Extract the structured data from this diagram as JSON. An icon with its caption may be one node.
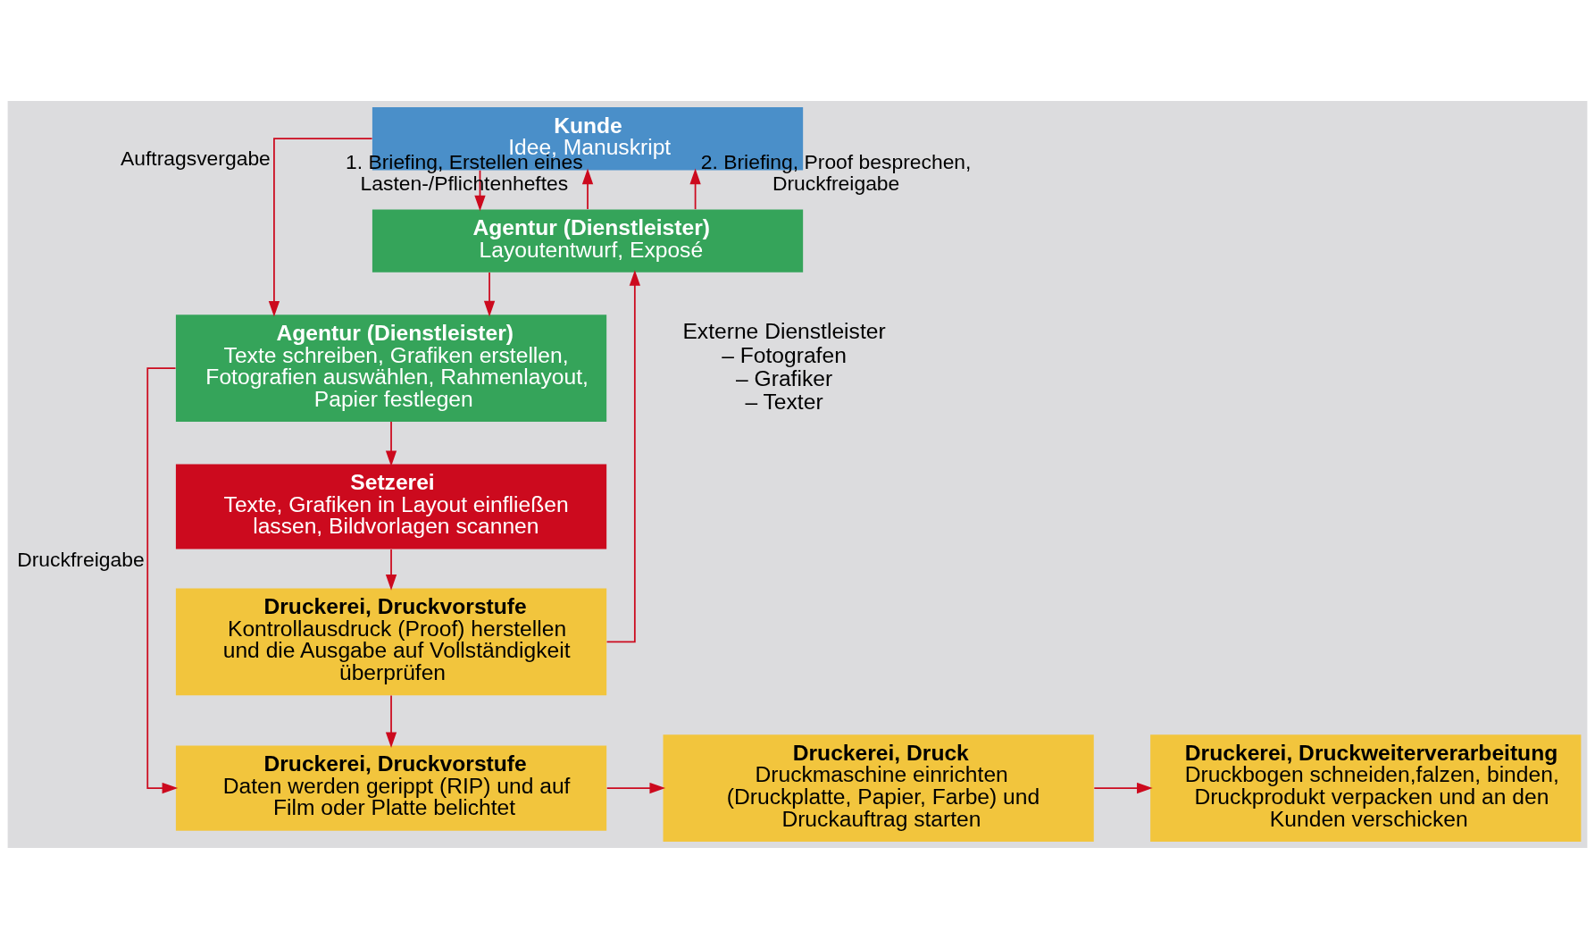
{
  "diagram": {
    "nodes": [
      {
        "text": [
          "Kunde",
          "Idee, Manuskript"
        ]
      },
      {
        "text": [
          "Agentur (Dienstleister)",
          "Layoutentwurf, Exposé"
        ]
      },
      {
        "text": [
          "Agentur (Dienstleister)",
          "Texte schreiben, Grafiken erstellen, Fotografien auswählen, Rahmenlayout, Papier festlegen"
        ]
      },
      {
        "text": [
          "Setzerei",
          "Texte, Grafiken in Layout einfließen lassen, Bildvorlagen scannen"
        ]
      },
      {
        "text": [
          "Druckerei, Druckvorstufe",
          "Kontrollausdruck (Proof) herstellen und die Ausgabe auf Vollständigkeit überprüfen"
        ]
      },
      {
        "text": [
          "Druckerei, Druckvorstufe",
          "Daten werden gerippt (RIP) und auf Film oder Platte belichtet"
        ]
      },
      {
        "text": [
          "Druckerei, Druck",
          "Druckmaschine einrichten (Druckplatte, Papier, Farbe) und Druckauftrag starten"
        ]
      },
      {
        "text": [
          "Druckerei, Druckweiterverarbeitung",
          "Druckbogen schneiden,falzen, binden, Druckprodukt verpacken und an den Kunden verschicken"
        ]
      }
    ],
    "edges": [
      {
        "from": 0,
        "to": 1,
        "arrow": "to"
      },
      {
        "from": 1,
        "to": 2,
        "arrow": "to"
      },
      {
        "from": 2,
        "to": 3,
        "arrow": "to"
      },
      {
        "from": 3,
        "to": 4,
        "arrow": "to"
      },
      {
        "from": 4,
        "to": 5,
        "arrow": "to"
      },
      {
        "from": 5,
        "to": 6,
        "arrow": "to"
      },
      {
        "from": 6,
        "to": 7,
        "arrow": "to"
      },
      {
        "from": 0,
        "to": 2,
        "arrow": "to",
        "label": "Auftragsvergabe"
      },
      {
        "from": 2,
        "to": 5,
        "arrow": "to",
        "label": "Druckfreigabe"
      },
      {
        "from": 1,
        "to": 0,
        "arrow": "to",
        "label": "1. Briefing, Erstellen eines Lasten-/Pflichtenheftes"
      },
      {
        "from": 1,
        "to": 0,
        "arrow": "to",
        "label": "2. Briefing, Proof besprechen, Druckfreigabe"
      },
      {
        "from": 4,
        "to": 1,
        "arrow": "to"
      }
    ],
    "labels": [
      "Externe Dienstleister – Fotografen – Grafiker – Texter"
    ]
  }
}
